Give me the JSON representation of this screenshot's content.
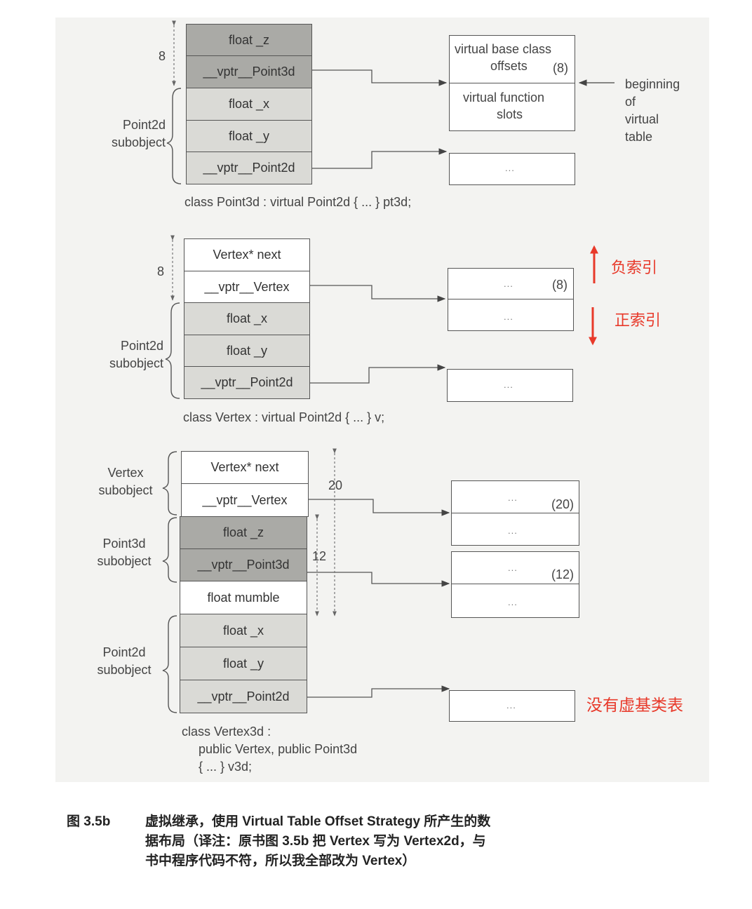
{
  "diagram1": {
    "cells": [
      "float _z",
      "__vptr__Point3d",
      "float _x",
      "float _y",
      "__vptr__Point2d"
    ],
    "offset_label": "8",
    "subobject_label": [
      "Point2d",
      "subobject"
    ],
    "vtable_top": [
      "virtual base class",
      "offsets",
      "(8)"
    ],
    "vtable_bottom": [
      "virtual function",
      "slots"
    ],
    "beginning_note": [
      "beginning",
      "of",
      "virtual",
      "table"
    ],
    "second_table": "...",
    "class_decl": "class Point3d : virtual Point2d { ... } pt3d;"
  },
  "diagram2": {
    "cells": [
      "Vertex* next",
      "__vptr__Vertex",
      "float _x",
      "float _y",
      "__vptr__Point2d"
    ],
    "offset_label": "8",
    "subobject_label": [
      "Point2d",
      "subobject"
    ],
    "vtable_rows": [
      "...",
      "(8)",
      "..."
    ],
    "second_table": "...",
    "negative_index": "负索引",
    "positive_index": "正索引",
    "class_decl": "class Vertex : virtual Point2d { ... } v;"
  },
  "diagram3": {
    "cells": [
      "Vertex* next",
      "__vptr__Vertex",
      "float _z",
      "__vptr__Point3d",
      "float mumble",
      "float _x",
      "float _y",
      "__vptr__Point2d"
    ],
    "vertex_label": [
      "Vertex",
      "subobject"
    ],
    "point3d_label": [
      "Point3d",
      "subobject"
    ],
    "point2d_label": [
      "Point2d",
      "subobject"
    ],
    "offset_20": "20",
    "offset_12": "12",
    "vtable1": [
      "...",
      "(20)",
      "..."
    ],
    "vtable2": [
      "...",
      "(12)",
      "..."
    ],
    "third_table": "...",
    "no_vbase_note": "没有虚基类表",
    "class_decl": [
      "class Vertex3d :",
      "public Vertex, public Point3d",
      "{ ... } v3d;"
    ]
  },
  "caption": {
    "figure": "图 3.5b",
    "line1": "虚拟继承，使用 Virtual Table Offset Strategy 所产生的数",
    "line2": "据布局（译注：原书图 3.5b 把 Vertex 写为 Vertex2d，与",
    "line3": "书中程序代码不符，所以我全部改为 Vertex）"
  },
  "colors": {
    "panel": "#f3f3f1",
    "cell_light": "#dadad6",
    "cell_dark": "#aaaaa6",
    "annotation_red": "#e8392a"
  }
}
